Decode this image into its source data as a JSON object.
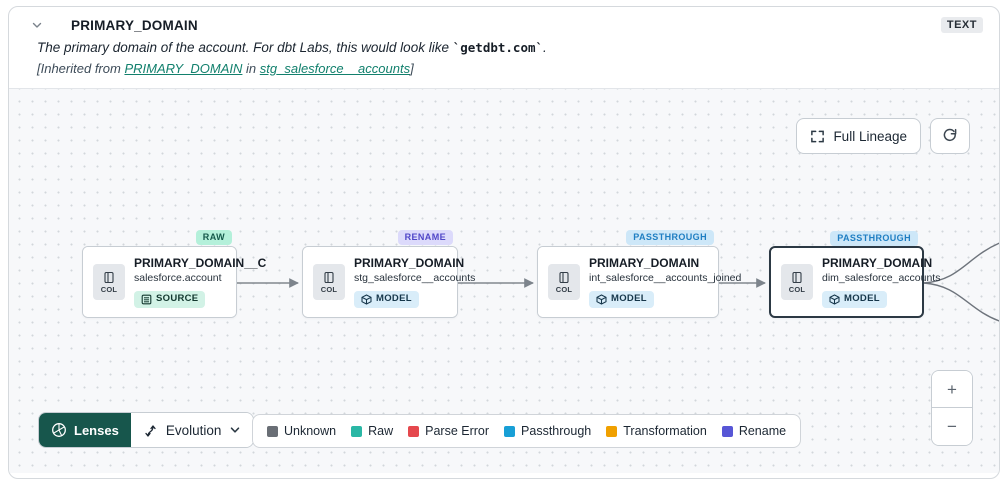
{
  "header": {
    "title": "PRIMARY_DOMAIN",
    "type_badge": "TEXT",
    "description_prefix": "The primary domain of the account. For dbt Labs, this would look like ",
    "description_code": "`getdbt.com`",
    "description_suffix": ".",
    "inherited_prefix": "[Inherited from ",
    "inherited_link1": "PRIMARY_DOMAIN",
    "inherited_mid": " in ",
    "inherited_link2": "stg_salesforce__accounts",
    "inherited_suffix": "]"
  },
  "controls": {
    "full_lineage_label": "Full Lineage",
    "zoom_in": "+",
    "zoom_out": "−"
  },
  "nodes": [
    {
      "badge": "RAW",
      "badge_bg": "#b4f0da",
      "badge_fg": "#14584a",
      "col_label": "COL",
      "title": "PRIMARY_DOMAIN__C",
      "subtitle": "salesforce.account",
      "type": "SOURCE",
      "type_bg": "#d2f2e6",
      "type_fg": "#12372e"
    },
    {
      "badge": "RENAME",
      "badge_bg": "#dcdafb",
      "badge_fg": "#4f46c8",
      "col_label": "COL",
      "title": "PRIMARY_DOMAIN",
      "subtitle": "stg_salesforce__accounts",
      "type": "MODEL",
      "type_bg": "#d9edf9",
      "type_fg": "#16364a"
    },
    {
      "badge": "PASSTHROUGH",
      "badge_bg": "#cde7f8",
      "badge_fg": "#1f7ec2",
      "col_label": "COL",
      "title": "PRIMARY_DOMAIN",
      "subtitle": "int_salesforce__accounts_joined",
      "type": "MODEL",
      "type_bg": "#d9edf9",
      "type_fg": "#16364a"
    },
    {
      "badge": "PASSTHROUGH",
      "badge_bg": "#cde7f8",
      "badge_fg": "#1f7ec2",
      "col_label": "COL",
      "title": "PRIMARY_DOMAIN",
      "subtitle": "dim_salesforce_accounts",
      "type": "MODEL",
      "type_bg": "#d9edf9",
      "type_fg": "#16364a"
    }
  ],
  "toolbar": {
    "lenses_label": "Lenses",
    "lenses_bg": "#17564c",
    "lens_selected": "Evolution"
  },
  "legend": {
    "items": [
      {
        "label": "Unknown",
        "color": "#696e75"
      },
      {
        "label": "Raw",
        "color": "#2ab7a5"
      },
      {
        "label": "Parse Error",
        "color": "#e5484d"
      },
      {
        "label": "Passthrough",
        "color": "#189fd6"
      },
      {
        "label": "Transformation",
        "color": "#f0a000"
      },
      {
        "label": "Rename",
        "color": "#5756d6"
      }
    ]
  },
  "colors": {
    "edge": "#82878e",
    "canvas_bg": "#f7f8fa",
    "selected_node_border": "#2c3944"
  }
}
